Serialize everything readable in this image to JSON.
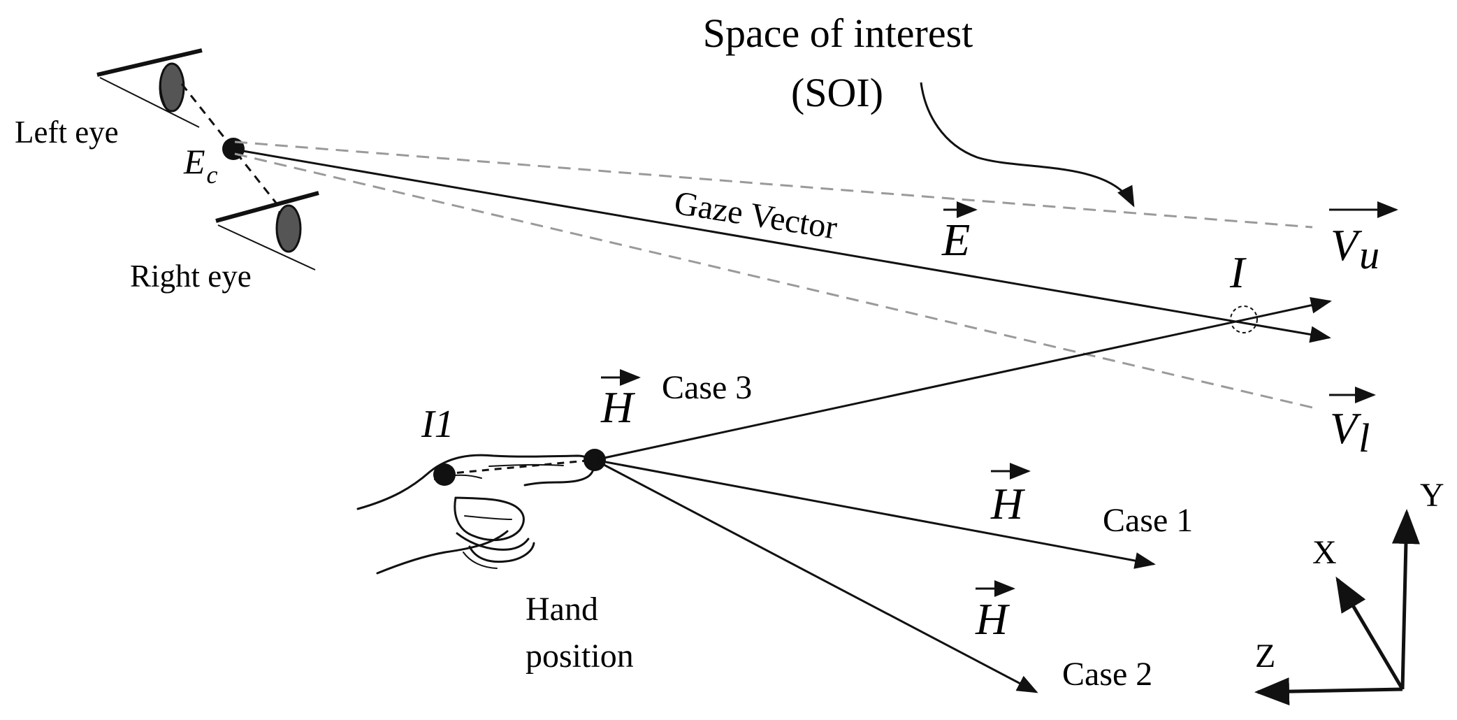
{
  "labels": {
    "soi_line1": "Space of interest",
    "soi_line2": "(SOI)",
    "left_eye": "Left eye",
    "right_eye": "Right eye",
    "eye_center_main": "E",
    "eye_center_sub": "c",
    "gaze_vector": "Gaze Vector",
    "gaze_symbol": "E",
    "intersection": "I",
    "upper_bound_main": "V",
    "upper_bound_sub": "u",
    "lower_bound_main": "V",
    "lower_bound_sub": "l",
    "hand_symbol_case3": "H",
    "case3": "Case 3",
    "hand_symbol_case1": "H",
    "case1": "Case 1",
    "hand_symbol_case2": "H",
    "case2": "Case 2",
    "i1": "I1",
    "hand_position_line1": "Hand",
    "hand_position_line2": "position",
    "axis_y": "Y",
    "axis_x": "X",
    "axis_z": "Z"
  },
  "colors": {
    "ink": "#111111",
    "dashed_gray": "#9a9a9a",
    "eye_fill": "#555555"
  }
}
